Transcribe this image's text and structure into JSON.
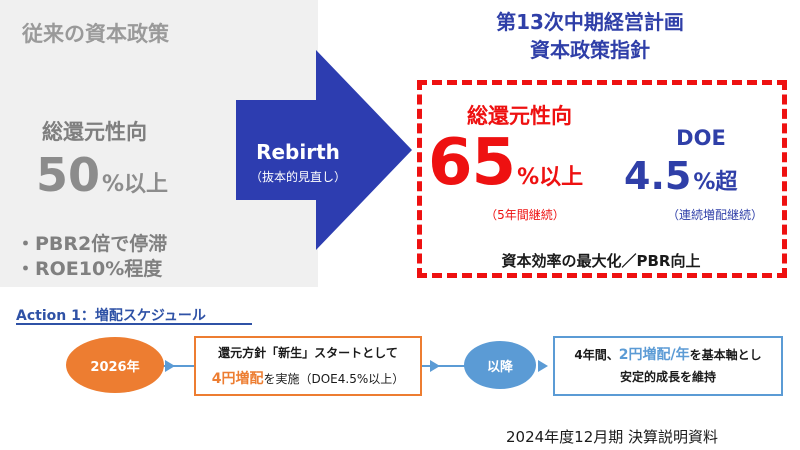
{
  "left": {
    "title": "従来の資本政策",
    "metric_label": "総還元性向",
    "value_number": "50",
    "value_unit": "%以上",
    "bullets": [
      "・PBR2倍で停滞",
      "・ROE10%程度"
    ]
  },
  "arrow": {
    "title": "Rebirth",
    "subtitle": "（抜本的見直し）"
  },
  "plan": {
    "title_line1": "第13次中期経営計画",
    "title_line2": "資本政策指針",
    "payout_label": "総還元性向",
    "payout_number": "65",
    "payout_unit": "%以上",
    "payout_note": "（5年間継続）",
    "doe_label": "DOE",
    "doe_number": "4.5",
    "doe_unit": "%超",
    "doe_note": "（連続増配継続）",
    "footer": "資本効率の最大化／PBR向上"
  },
  "action": {
    "title": "Action 1：増配スケジュール",
    "year": "2026年",
    "step1_line1": "還元方針「新生」スタートとして",
    "step1_highlight": "4円増配",
    "step1_rest": "を実施（DOE4.5%以上）",
    "after_label": "以降",
    "step2_prefix": "4年間、",
    "step2_highlight": "2円増配/年",
    "step2_rest": "を基本軸とし",
    "step2_line2": "安定的成長を維持"
  },
  "document": {
    "footer": "2024年度12月期 決算説明資料"
  },
  "colors": {
    "accent_red": "#ee1111",
    "accent_blue": "#2f3fa8",
    "orange": "#ed7d31",
    "light_blue": "#5b9bd5"
  }
}
